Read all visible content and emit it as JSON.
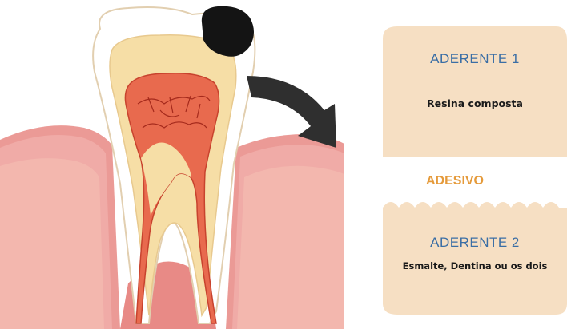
{
  "adherend_top": {
    "title": "ADERENTE 1",
    "material": "Resina composta"
  },
  "adhesive": {
    "label": "ADESIVO"
  },
  "adherend_bottom": {
    "title": "ADERENTE 2",
    "material": "Esmalte, Dentina ou os dois"
  },
  "colors": {
    "heading": "#3a6ea5",
    "adhesive": "#e59a3a",
    "panel": "#f6dfc3",
    "gum": "#eb9a96",
    "enamel": "#ffffff",
    "dentin": "#f6dea6",
    "pulp": "#e86a4e",
    "caries": "#141414",
    "arrow": "#2f2f2f"
  }
}
